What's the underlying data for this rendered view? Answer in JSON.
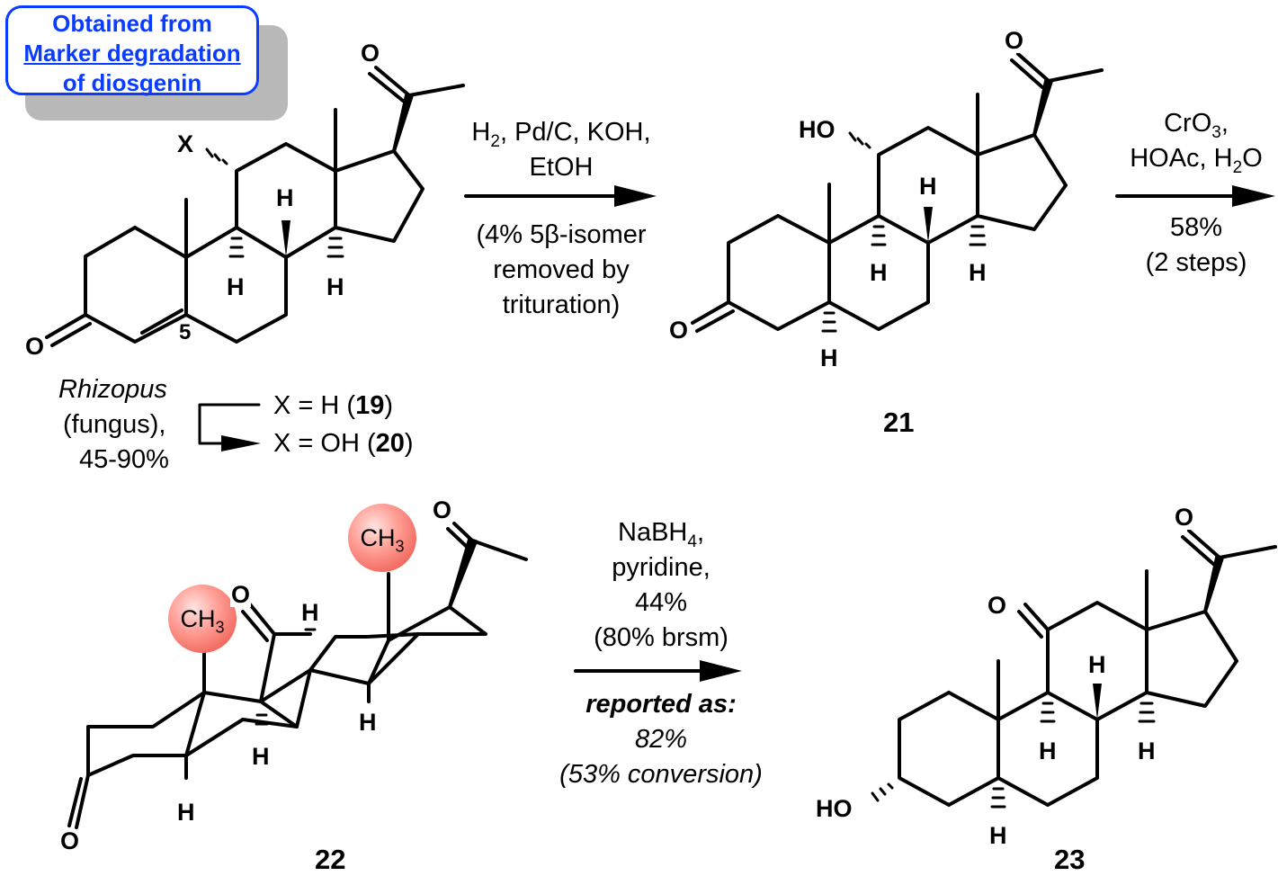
{
  "note": {
    "line1": "Obtained from",
    "line2": "Marker degradation",
    "line3": "of diosgenin",
    "color": "#0a3cff"
  },
  "atoms": {
    "X": "X",
    "O": "O",
    "H": "H",
    "HO": "HO",
    "five": "5",
    "CH": "CH",
    "three": "3"
  },
  "compounds": {
    "c21": "21",
    "c22": "22",
    "c23": "23",
    "c19": "19",
    "c20": "20"
  },
  "legend": {
    "x_h_prefix": "X = H (",
    "x_oh_prefix": "X = OH (",
    "close": ")"
  },
  "step0": {
    "line1": "Rhizopus",
    "line2": "(fungus),",
    "line3": "45-90%"
  },
  "step1": {
    "h2": "H",
    "h2_sub": "2",
    "line1_rest": ", Pd/C, KOH,",
    "line2": "EtOH",
    "line3": "(4% 5β-isomer",
    "line4": "removed by",
    "line5": "trituration)"
  },
  "step2": {
    "cro3_a": "CrO",
    "cro3_sub": "3",
    "cro3_b": ",",
    "line2_a": "HOAc, H",
    "line2_sub": "2",
    "line2_b": "O",
    "line3": "58%",
    "line4": "(2 steps)"
  },
  "step3": {
    "nabh4_a": "NaBH",
    "nabh4_sub": "4",
    "nabh4_b": ",",
    "line2": "pyridine,",
    "line3": "44%",
    "line4": "(80% brsm)",
    "line5": "reported as:",
    "line6": "82%",
    "line7": "(53% conversion)"
  },
  "colors": {
    "ink": "#000000",
    "highlight": "#e84a3e",
    "shadow": "#b9b9b9"
  }
}
